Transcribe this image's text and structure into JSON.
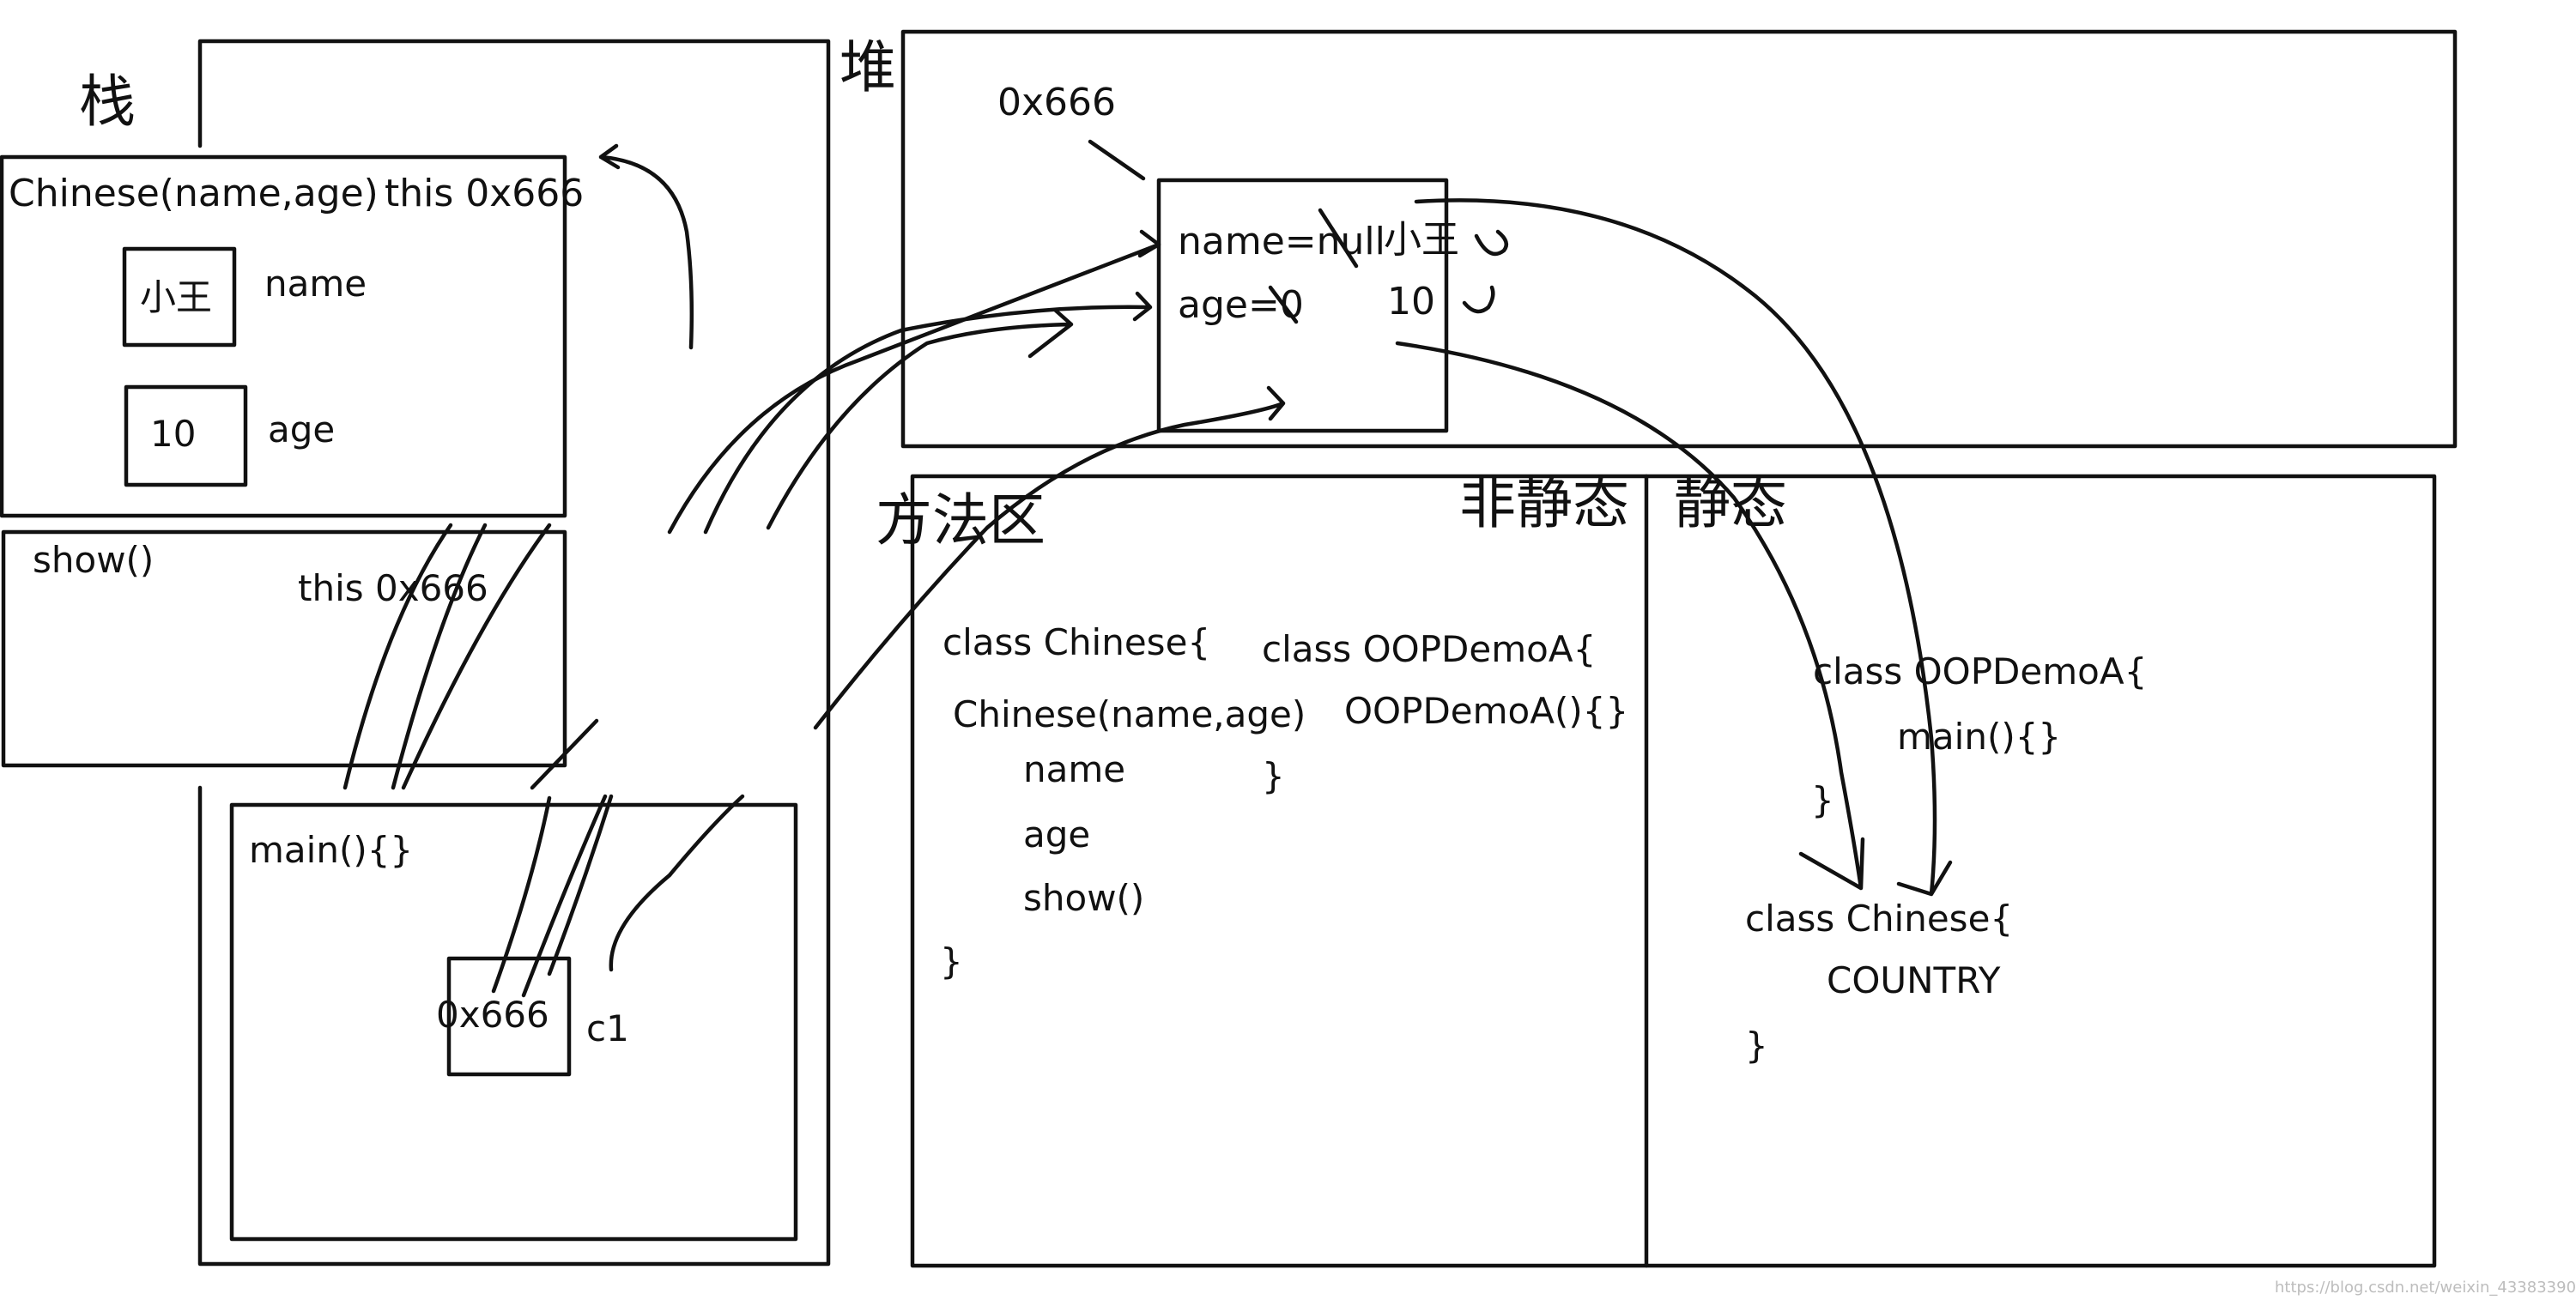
{
  "regions": {
    "stack_title": "栈",
    "heap_title": "堆",
    "method_area_title": "方法区",
    "non_static_title": "非静态",
    "static_title": "静态"
  },
  "stack": {
    "constructor_frame": {
      "signature": "Chinese(name,age)",
      "this_ref": "this 0x666",
      "name_value": "小王",
      "name_label": "name",
      "age_value": "10",
      "age_label": "age"
    },
    "show_frame": {
      "label": "show()",
      "this_ref": "this 0x666"
    },
    "main_frame": {
      "label": "main(){}",
      "c1_value": "0x666",
      "c1_label": "c1"
    }
  },
  "heap": {
    "address": "0x666",
    "name_field": "name=null",
    "name_new": "小王",
    "age_field": "age=0",
    "age_new": "10"
  },
  "method_area": {
    "non_static": {
      "chinese_class": "class Chinese{",
      "chinese_ctor": "Chinese(name,age)",
      "field_name": "name",
      "field_age": "age",
      "method_show": "show()",
      "chinese_close": "}",
      "oop_class": "class OOPDemoA{",
      "oop_ctor": "OOPDemoA(){}",
      "oop_close": "}"
    },
    "static": {
      "oop_class": "class OOPDemoA{",
      "oop_main": "main(){}",
      "oop_close": "}",
      "chinese_class": "class Chinese{",
      "country": "COUNTRY",
      "chinese_close": "}"
    }
  },
  "watermark": "https://blog.csdn.net/weixin_43383390"
}
